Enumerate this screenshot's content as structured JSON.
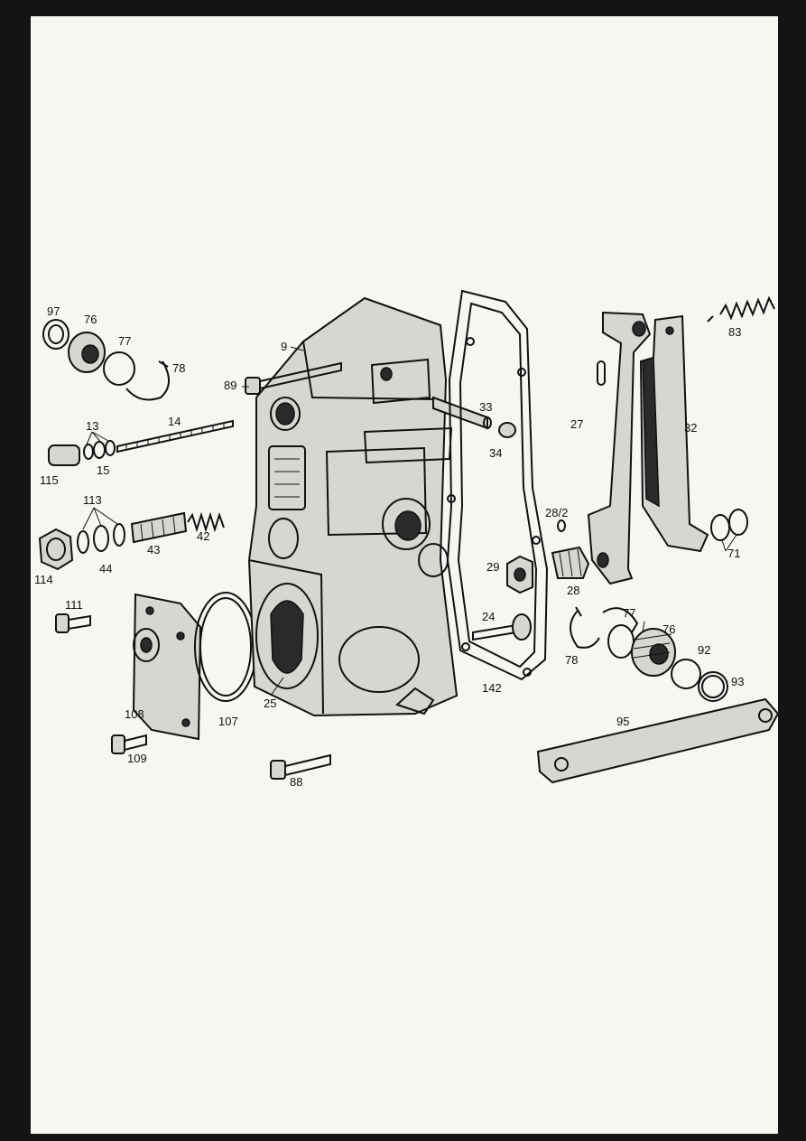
{
  "callouts": {
    "c97": "97",
    "c76a": "76",
    "c77a": "77",
    "c78a": "78",
    "c9": "9",
    "c89": "89",
    "c33": "33",
    "c34": "34",
    "c13": "13",
    "c14": "14",
    "c15": "15",
    "c115": "115",
    "c113": "113",
    "c114": "114",
    "c44": "44",
    "c43": "43",
    "c42": "42",
    "c111": "111",
    "c108": "108",
    "c109": "109",
    "c107": "107",
    "c25": "25",
    "c88": "88",
    "c24": "24",
    "c142": "142",
    "c27": "27",
    "c32": "32",
    "c83": "83",
    "c71": "71",
    "c282": "28/2",
    "c29": "29",
    "c28": "28",
    "c77b": "77",
    "c76b": "76",
    "c78b": "78",
    "c92": "92",
    "c93": "93",
    "c95": "95"
  }
}
